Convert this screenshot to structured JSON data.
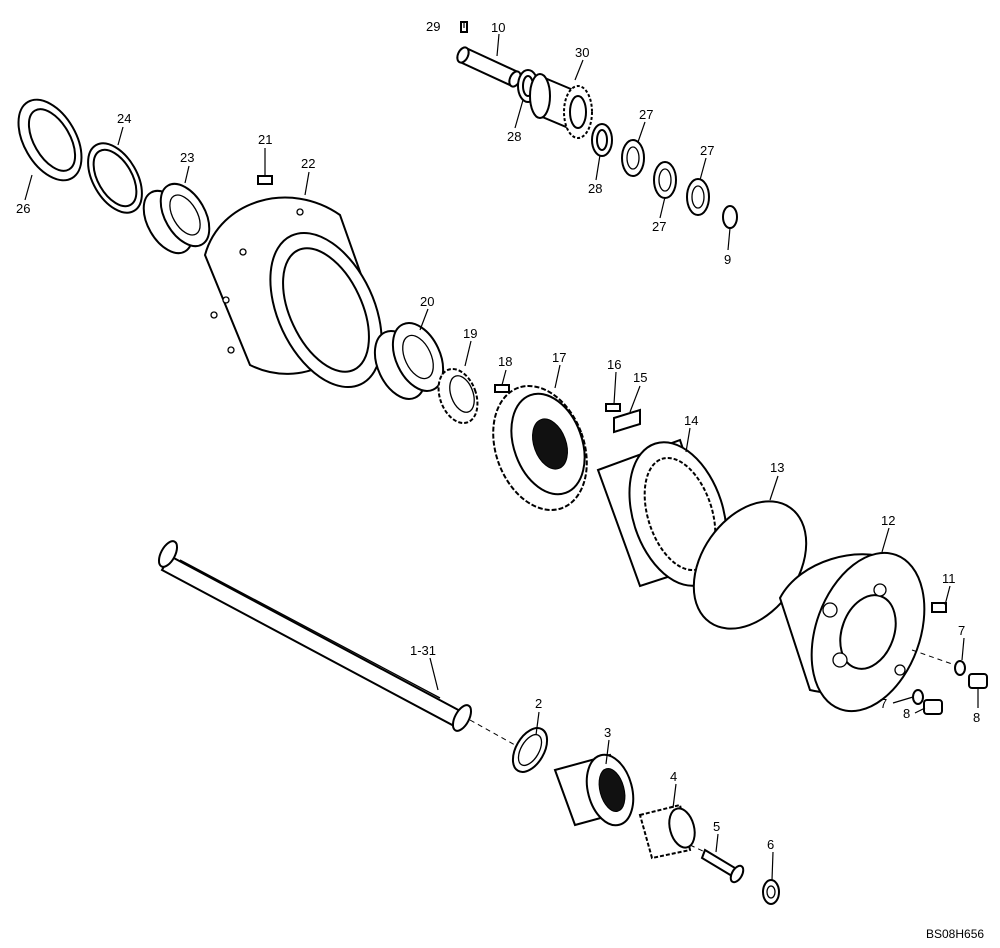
{
  "diagram": {
    "drawing_code": "BS08H656",
    "callouts": {
      "c29": "29",
      "c10": "10",
      "c30": "30",
      "c28a": "28",
      "c28b": "28",
      "c27a": "27",
      "c27b": "27",
      "c27c": "27",
      "c9": "9",
      "c26": "26",
      "c24": "24",
      "c23": "23",
      "c21": "21",
      "c22": "22",
      "c20": "20",
      "c19": "19",
      "c18": "18",
      "c17": "17",
      "c16": "16",
      "c15": "15",
      "c14": "14",
      "c13": "13",
      "c12": "12",
      "c11": "11",
      "c7a": "7",
      "c7b": "7",
      "c8a": "8",
      "c8b": "8",
      "c1_31": "1-31",
      "c2": "2",
      "c3": "3",
      "c4": "4",
      "c5": "5",
      "c6": "6"
    }
  }
}
